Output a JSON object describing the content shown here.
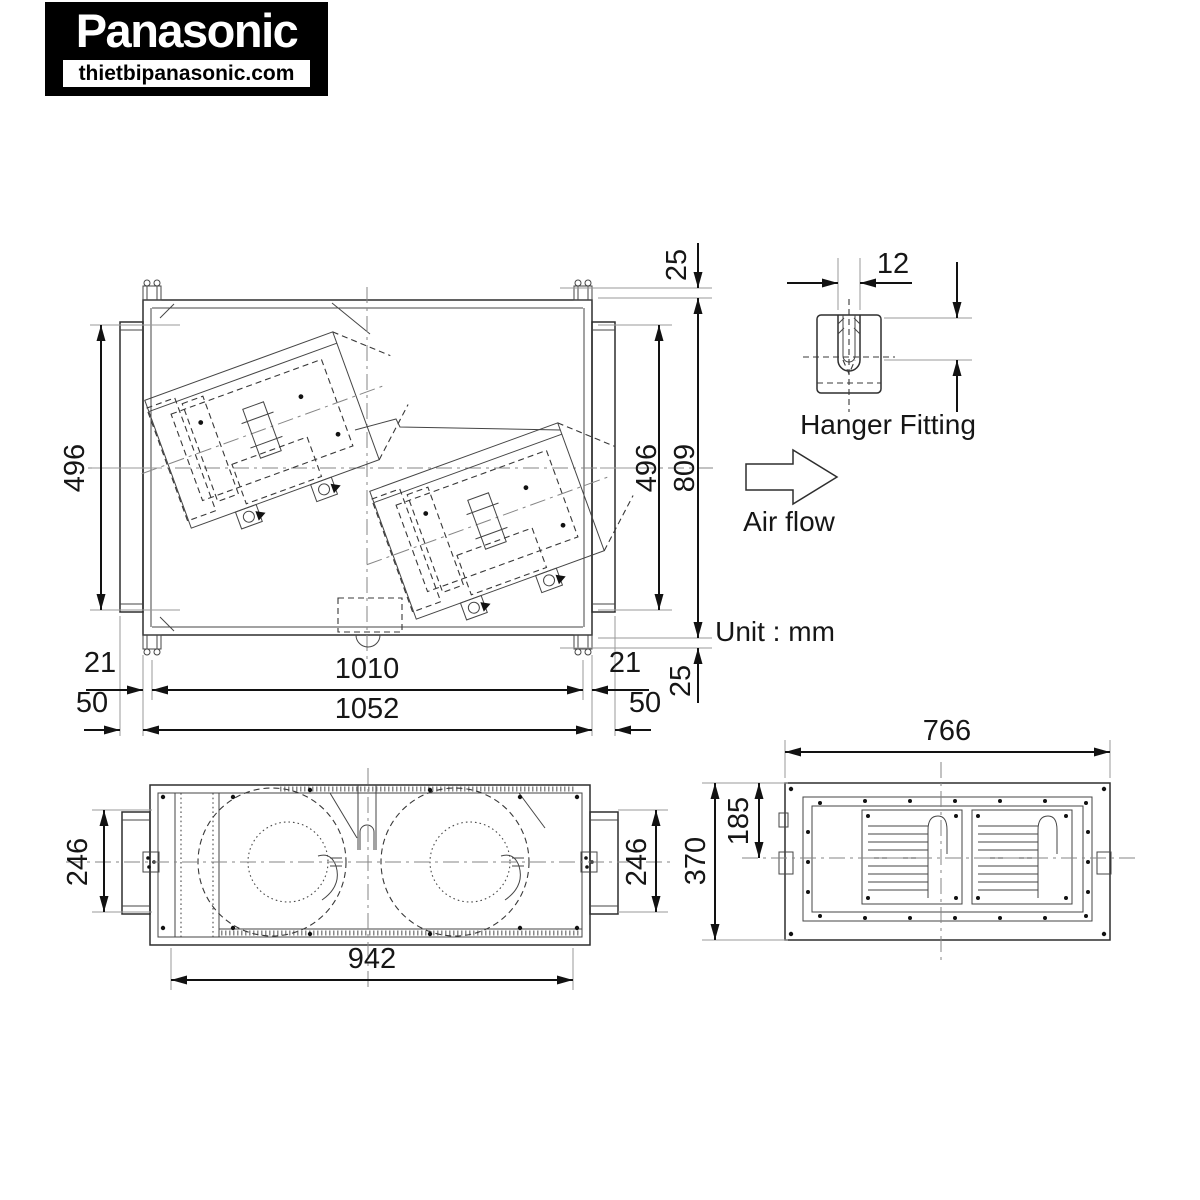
{
  "brand": {
    "logo": "Panasonic",
    "website": "thietbipanasonic.com"
  },
  "labels": {
    "hanger_fitting": "Hanger Fitting",
    "air_flow": "Air flow",
    "unit": "Unit : mm"
  },
  "top_view": {
    "left_height": "496",
    "right_height": "496",
    "total_height": "809",
    "top_hanger_offset": "25",
    "bottom_hanger_offset": "25",
    "hanger_offset_left": "21",
    "hanger_pitch": "1010",
    "hanger_offset_right": "21",
    "flange_left": "50",
    "body_width": "1052",
    "flange_right": "50"
  },
  "hanger_detail": {
    "slot_width": "12"
  },
  "front_view": {
    "left_duct_height": "246",
    "right_duct_height": "246",
    "base_width": "942"
  },
  "side_view": {
    "width": "766",
    "center_height": "185",
    "height": "370"
  }
}
